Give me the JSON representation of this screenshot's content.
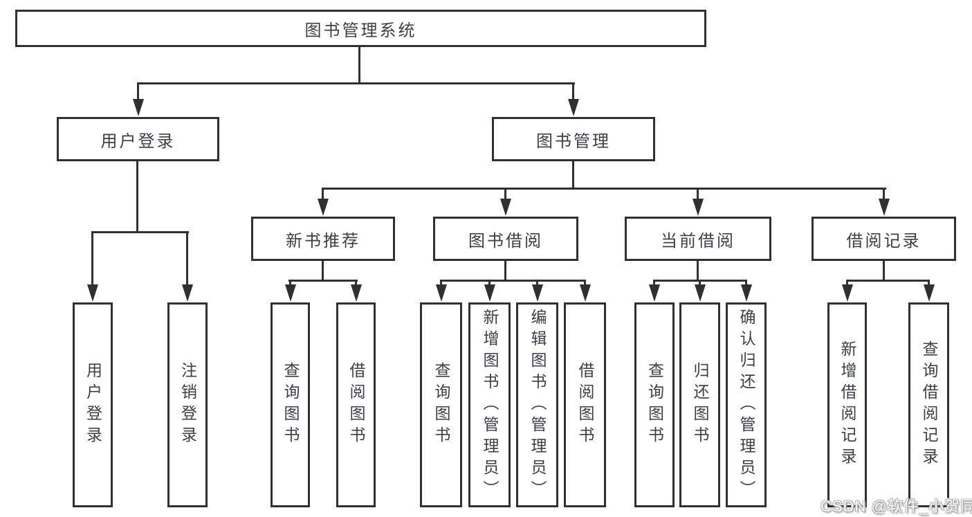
{
  "diagram": {
    "title": "图书管理系统",
    "user_login": {
      "label": "用户登录",
      "children": {
        "user_login": "用户登录",
        "logout": "注销登录"
      }
    },
    "book_management": {
      "label": "图书管理",
      "children": {
        "new_book_recommendation": {
          "label": "新书推荐",
          "children": {
            "query_books": "查询图书",
            "borrow_books": "借阅图书"
          }
        },
        "book_borrowing": {
          "label": "图书借阅",
          "children": {
            "query_books": "查询图书",
            "add_books_admin": "新增图书（管理员）",
            "edit_books_admin": "编辑图书（管理员）",
            "borrow_books": "借阅图书"
          }
        },
        "current_borrowing": {
          "label": "当前借阅",
          "children": {
            "query_books": "查询图书",
            "return_books": "归还图书",
            "confirm_return_admin": "确认归还（管理员）"
          }
        },
        "borrowing_records": {
          "label": "借阅记录",
          "children": {
            "add_borrow_record": "新增借阅记录",
            "query_borrow_record": "查询借阅记录"
          }
        }
      }
    }
  },
  "watermark": {
    "text": "CSDN @软件_小贺同学"
  },
  "colors": {
    "line": "#303030",
    "text": "#3b4046",
    "background": "#ffffff"
  }
}
